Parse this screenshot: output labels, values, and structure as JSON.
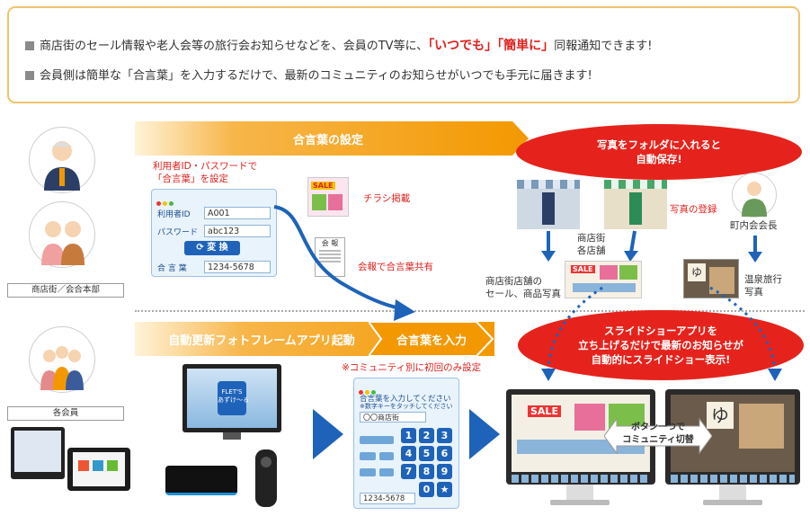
{
  "intro": {
    "line1_text": "商店街のセール情報や老人会等の旅行会お知らせなどを、会員のTV等に、",
    "line1_highlight": "「いつでも」「簡単に」",
    "line1_tail": "同報通知できます!",
    "line2_text": "会員側は簡単な「合言葉」を入力するだけで、最新のコミュニティのお知らせがいつでも手元に届きます!"
  },
  "top_section": {
    "band_label": "合言葉の設定",
    "red_callout": "写真をフォルダに入れると\n自動保存!",
    "role_label": "商店街／会合本部",
    "setup_note": "利用者ID・パスワードで\n「合言葉」を設定",
    "form": {
      "id_label": "利用者ID",
      "id_value": "A001",
      "pw_label": "パスワード",
      "pw_value": "abc123",
      "convert_button": "変 換",
      "keyword_label": "合 言 葉",
      "keyword_value": "1234-5678"
    },
    "flyer": {
      "badge": "SALE",
      "label": "チラシ掲載"
    },
    "newsletter": {
      "title": "会 報",
      "label": "会報で合言葉共有"
    },
    "photo_register": "写真の登録",
    "shop_label": "商店街\n各店舗",
    "shop_photo_label": "商店街店舗の\nセール、商品写真",
    "chairman_label": "町内会会長",
    "onsen_label": "温泉旅行\n写真",
    "photo_badge": "SALE"
  },
  "bottom_section": {
    "role_label": "各会員",
    "band_app_label": "自動更新フォトフレームアプリ起動",
    "band_input_label": "合言葉を入力",
    "red_callout": "スライドショーアプリを\n立ち上げるだけで最新のお知らせが\n自動的にスライドショー表示!",
    "note": "※コミュニティ別に初回のみ設定",
    "tv_app_name": "FLET'S\nあずけ〜る",
    "input_panel": {
      "heading": "合言葉を入力してください",
      "sub": "※数字キーをタッチしてください",
      "community": "〇〇商店街",
      "keys": [
        "1",
        "2",
        "3",
        "4",
        "5",
        "6",
        "7",
        "8",
        "9",
        "0",
        "★"
      ],
      "value": "1234-5678"
    },
    "monitor_badge": "SALE",
    "switch_label": "ボタン一つで\nコミュニティ切替"
  },
  "colors": {
    "orange": "#f39800",
    "red": "#e5231c",
    "blue": "#1e63b9",
    "infobox_border": "#f0c36a"
  }
}
